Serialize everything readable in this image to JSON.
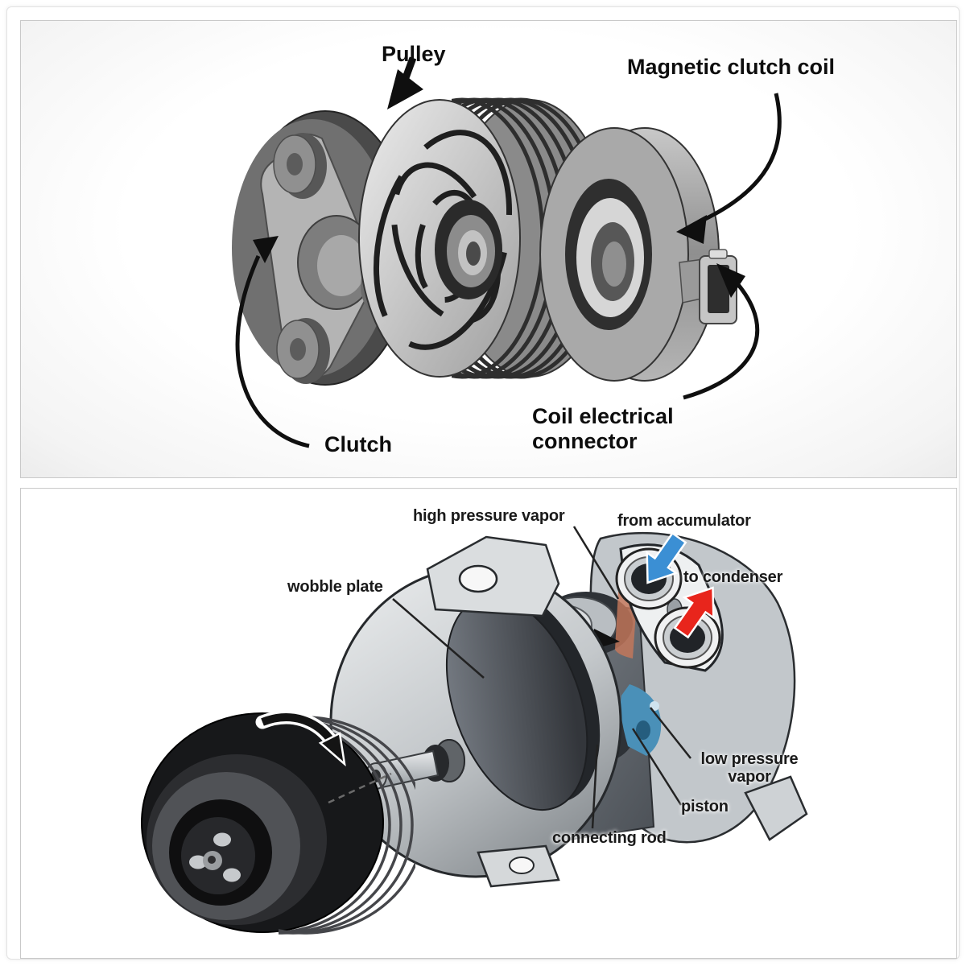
{
  "top_panel": {
    "description": "A/C compressor magnetic clutch exploded view (photo)",
    "labels": {
      "pulley": "Pulley",
      "magnetic_clutch_coil": "Magnetic clutch coil",
      "coil_electrical_connector_line1": "Coil electrical",
      "coil_electrical_connector_line2": "connector",
      "clutch": "Clutch"
    }
  },
  "bottom_panel": {
    "description": "A/C compressor cutaway illustration",
    "labels": {
      "high_pressure_vapor": "high pressure vapor",
      "from_accumulator": "from accumulator",
      "to_condenser": "to condenser",
      "wobble_plate": "wobble plate",
      "low_pressure_vapor_line1": "low pressure",
      "low_pressure_vapor_line2": "vapor",
      "piston": "piston",
      "connecting_rod": "connecting rod"
    },
    "colors": {
      "from_accumulator_arrow": "#3b8fd4",
      "to_condenser_arrow": "#e8251c",
      "low_pressure_passage": "#4a90b8",
      "high_pressure_passage": "#c8785a"
    }
  }
}
